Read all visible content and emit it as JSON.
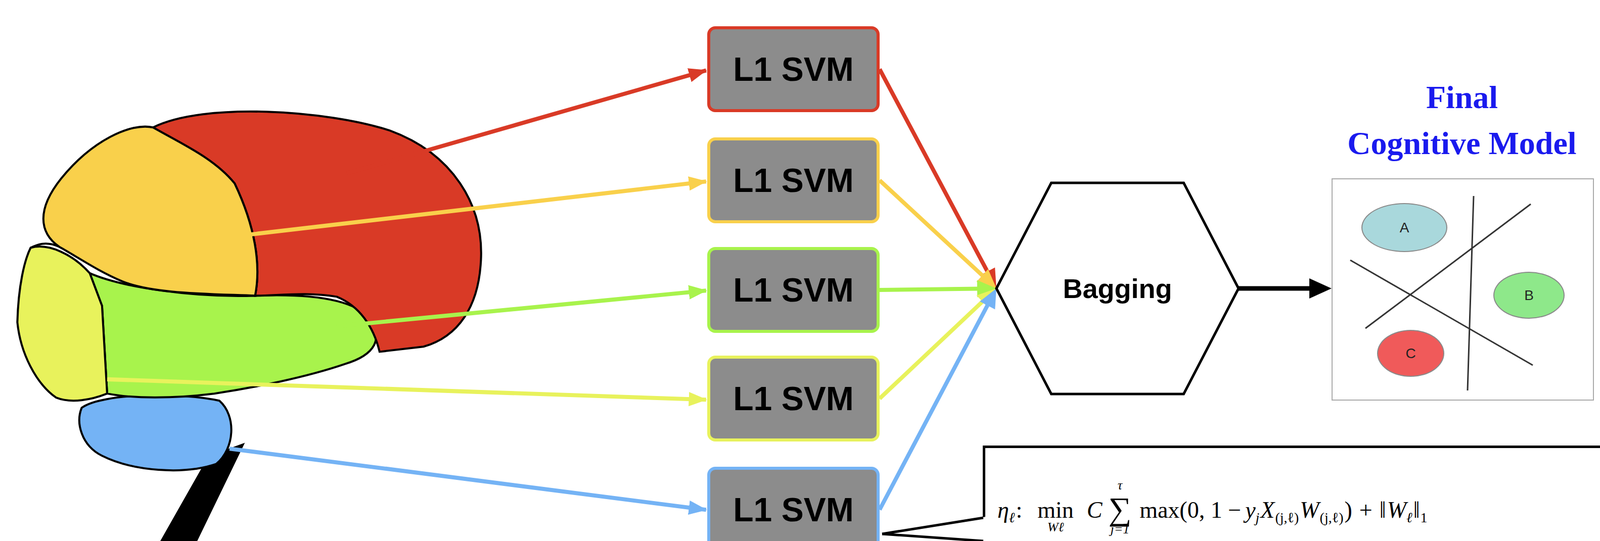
{
  "diagram": {
    "nodes": [
      {
        "text": [
          "L1 SVM"
        ]
      },
      {
        "text": [
          "L1 SVM"
        ]
      },
      {
        "text": [
          "L1 SVM"
        ]
      },
      {
        "text": [
          "L1 SVM"
        ]
      },
      {
        "text": [
          "L1 SVM"
        ]
      },
      {
        "text": [
          "Bagging"
        ]
      },
      {
        "text": [
          "Final Cognitive Model"
        ]
      },
      {
        "text": [
          "A"
        ],
        "in": 6
      },
      {
        "text": [
          "B"
        ],
        "in": 6
      },
      {
        "text": [
          "C"
        ],
        "in": 6
      },
      {
        "text": [
          "η",
          "ℓ",
          ":",
          "min",
          "Wℓ",
          "C",
          "∑",
          "τ",
          "j=1",
          "max(0, 1 −",
          "y",
          "j",
          "X",
          "(j,ℓ)",
          "W",
          "(j,ℓ)",
          ")",
          "+",
          "‖",
          "W",
          "ℓ",
          "‖",
          "1"
        ]
      }
    ],
    "edges": [
      {
        "from": 0,
        "to": 5,
        "arrow": "to"
      },
      {
        "from": 1,
        "to": 5,
        "arrow": "to"
      },
      {
        "from": 2,
        "to": 5,
        "arrow": "to"
      },
      {
        "from": 3,
        "to": 5,
        "arrow": "to"
      },
      {
        "from": 4,
        "to": 5,
        "arrow": "to"
      },
      {
        "from": 5,
        "to": 6,
        "arrow": "to"
      }
    ]
  }
}
